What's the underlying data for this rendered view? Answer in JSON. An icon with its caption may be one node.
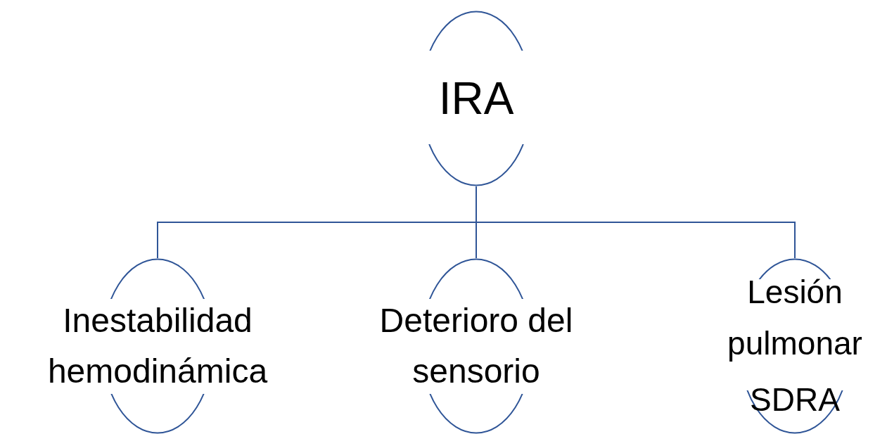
{
  "diagram": {
    "nodes": [
      {
        "text": [
          "IRA"
        ]
      },
      {
        "text": [
          "Inestabilidad hemodinámica"
        ]
      },
      {
        "text": [
          "Deterioro del sensorio"
        ]
      },
      {
        "text": [
          "Lesión pulmonar",
          "SDRA"
        ]
      }
    ],
    "edges": [
      {
        "from": 0,
        "to": 1,
        "arrow": "none"
      },
      {
        "from": 0,
        "to": 2,
        "arrow": "none"
      },
      {
        "from": 0,
        "to": 3,
        "arrow": "none"
      }
    ]
  }
}
